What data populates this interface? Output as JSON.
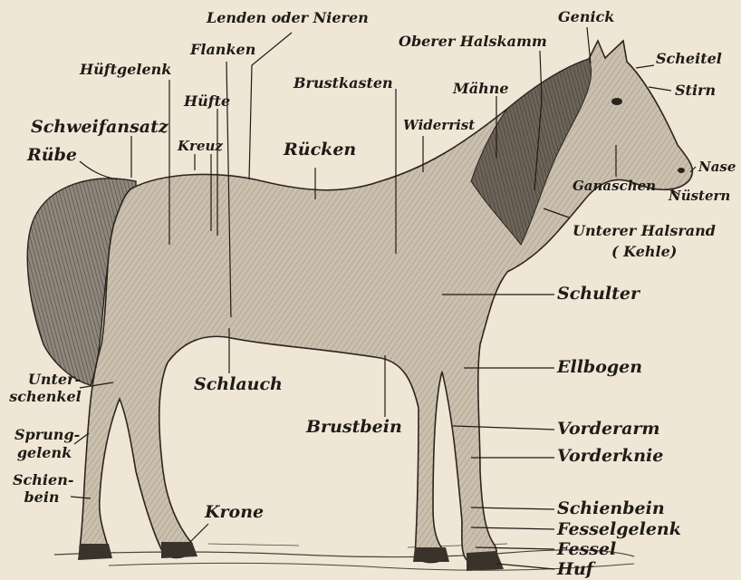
{
  "labels": {
    "lenden": "Lenden oder Nieren",
    "genick": "Genick",
    "flanken": "Flanken",
    "oberer_halskamm": "Oberer Halskamm",
    "scheitel": "Scheitel",
    "hueftgelenk": "Hüftgelenk",
    "stirn": "Stirn",
    "brustkasten": "Brustkasten",
    "maehne": "Mähne",
    "huefte": "Hüfte",
    "schweifansatz": "Schweifansatz",
    "widerrist": "Widerrist",
    "kreuz": "Kreuz",
    "ruecken": "Rücken",
    "ruebe": "Rübe",
    "nase": "Nase",
    "ganaschen": "Ganaschen",
    "nuestern": "Nüstern",
    "unterer_halsrand": "Unterer Halsrand",
    "kehle": "( Kehle)",
    "schulter": "Schulter",
    "ellbogen": "Ellbogen",
    "unterschenkel_1": "Unter-",
    "unterschenkel_2": "schenkel",
    "schlauch": "Schlauch",
    "vorderarm": "Vorderarm",
    "brustbein": "Brustbein",
    "sprunggelenk_1": "Sprung-",
    "sprunggelenk_2": "gelenk",
    "vorderknie": "Vorderknie",
    "schienbein_back_1": "Schien-",
    "schienbein_back_2": "bein",
    "schienbein_front": "Schienbein",
    "krone": "Krone",
    "fesselgelenk": "Fesselgelenk",
    "fessel": "Fessel",
    "huf": "Huf"
  },
  "colors": {
    "ink": "#1f1b16",
    "paper": "#efe6d6",
    "horse_fill": "#cbbfae",
    "tail_fill": "#8f877c"
  }
}
